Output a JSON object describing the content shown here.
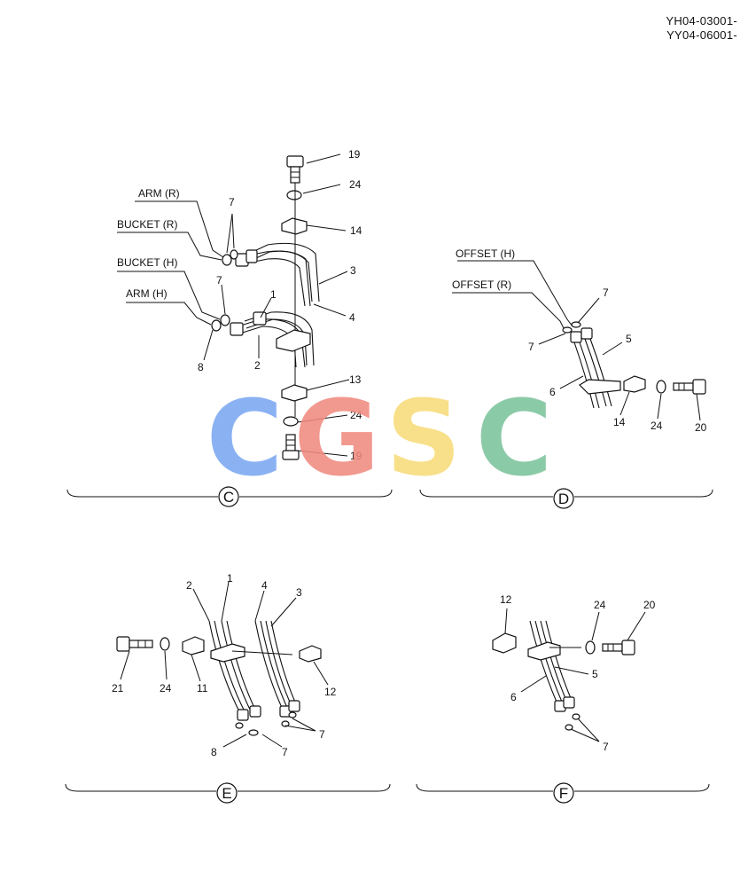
{
  "header": {
    "code_line1": "YH04-03001-",
    "code_line2": "YY04-06001-"
  },
  "watermark": {
    "letters": [
      "C",
      "G",
      "S",
      "C"
    ],
    "colors": [
      "#7aa8f2",
      "#f08a80",
      "#f8dc7a",
      "#7cc39c"
    ]
  },
  "view_c": {
    "circle_label": "C",
    "labels": {
      "arm_r": "ARM (R)",
      "bucket_r": "BUCKET (R)",
      "bucket_h": "BUCKET (H)",
      "arm_h": "ARM (H)"
    },
    "callouts": {
      "p19_top": "19",
      "p24_top": "24",
      "p14": "14",
      "p7_top": "7",
      "p3": "3",
      "p4": "4",
      "p7_mid": "7",
      "p1": "1",
      "p8": "8",
      "p2": "2",
      "p13": "13",
      "p24_bot": "24",
      "p19_bot": "19"
    }
  },
  "view_d": {
    "circle_label": "D",
    "labels": {
      "offset_h": "OFFSET (H)",
      "offset_r": "OFFSET (R)"
    },
    "callouts": {
      "p7_right": "7",
      "p7_left": "7",
      "p5": "5",
      "p6": "6",
      "p14": "14",
      "p24": "24",
      "p20": "20"
    }
  },
  "view_e": {
    "circle_label": "E",
    "callouts": {
      "p2": "2",
      "p1": "1",
      "p4": "4",
      "p3": "3",
      "p21": "21",
      "p24": "24",
      "p11": "11",
      "p12": "12",
      "p7_right": "7",
      "p8": "8",
      "p7_bot": "7"
    }
  },
  "view_f": {
    "circle_label": "F",
    "callouts": {
      "p12": "12",
      "p24": "24",
      "p20": "20",
      "p5": "5",
      "p6": "6",
      "p7": "7"
    }
  }
}
